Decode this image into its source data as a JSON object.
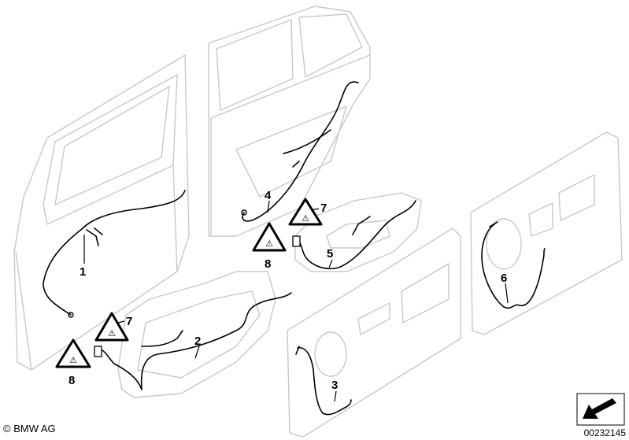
{
  "callouts": {
    "c1": "1",
    "c2": "2",
    "c3": "3",
    "c4": "4",
    "c5": "5",
    "c6": "6",
    "c7a": "7",
    "c7b": "7",
    "c8a": "8",
    "c8b": "8"
  },
  "footer": {
    "copyright": "© BMW AG",
    "diagram_number": "00232145"
  },
  "colors": {
    "line": "#000000",
    "panel_outline": "#c8c8c8",
    "background": "#ffffff"
  },
  "icons": {
    "warning_symbol": "child-lock-warning-triangle",
    "orientation": "orientation-arrow-icon"
  }
}
